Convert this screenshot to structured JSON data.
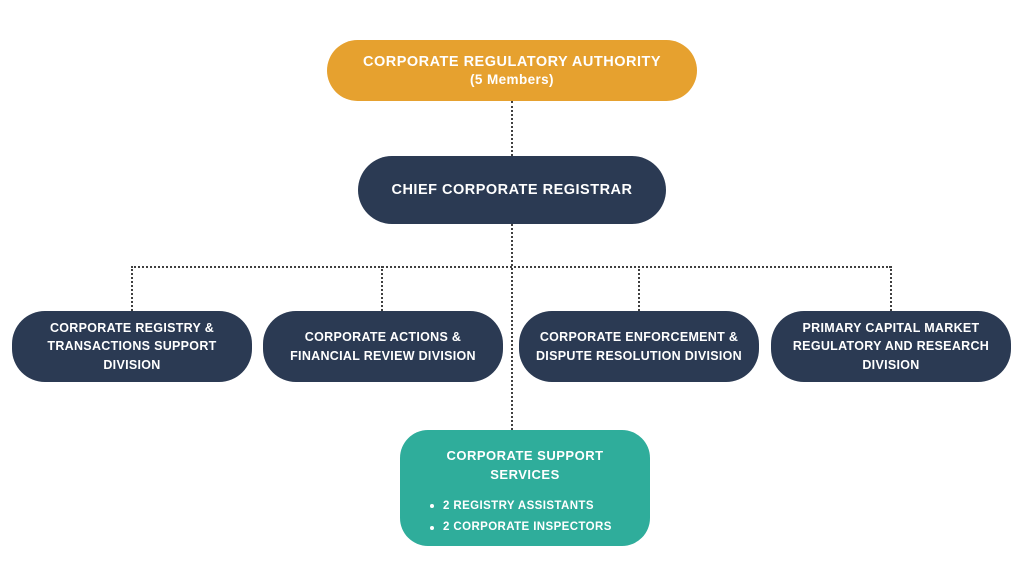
{
  "chart": {
    "type": "org-chart",
    "root": {
      "title": "CORPORATE REGULATORY AUTHORITY",
      "subtitle": "(5 Members)"
    },
    "registrar": {
      "title": "CHIEF CORPORATE REGISTRAR"
    },
    "divisions": [
      {
        "label": "CORPORATE REGISTRY & TRANSACTIONS SUPPORT DIVISION"
      },
      {
        "label": "CORPORATE ACTIONS & FINANCIAL REVIEW DIVISION"
      },
      {
        "label": "CORPORATE ENFORCEMENT & DISPUTE RESOLUTION DIVISION"
      },
      {
        "label": "PRIMARY CAPITAL MARKET REGULATORY AND RESEARCH DIVISION"
      }
    ],
    "support": {
      "title": "CORPORATE SUPPORT SERVICES",
      "items": [
        "2 REGISTRY ASSISTANTS",
        "2 CORPORATE INSPECTORS"
      ]
    },
    "colors": {
      "authority_box": "#E6A12F",
      "division_box": "#2B3A53",
      "support_box": "#2FAD9B",
      "connector": "#404040",
      "text": "#FFFFFF",
      "background": "#FFFFFF"
    }
  }
}
